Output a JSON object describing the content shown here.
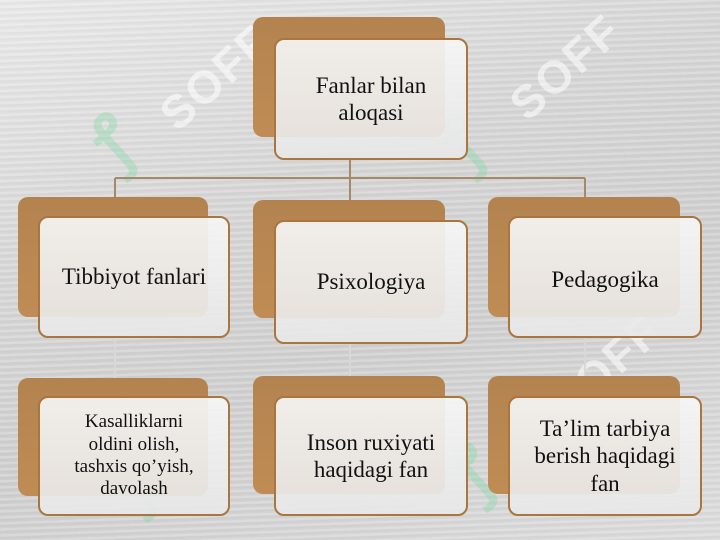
{
  "watermark": {
    "text": "SOFF",
    "glyph": "ꝭ"
  },
  "root": {
    "label": "Fanlar bilan\naloqasi"
  },
  "branches": [
    {
      "label": "Tibbiyot fanlari",
      "child": "Kasalliklarni\noldini olish,\ntashxis qo’yish,\ndavolash"
    },
    {
      "label": "Psixologiya",
      "child": "Inson ruxiyati\nhaqidagi fan"
    },
    {
      "label": "Pedagogika",
      "child": "Ta’lim tarbiya\nberish haqidagi\nfan"
    }
  ],
  "colors": {
    "accent": "#b3834f",
    "border": "#a8763e",
    "connector": "#a58a6a"
  }
}
